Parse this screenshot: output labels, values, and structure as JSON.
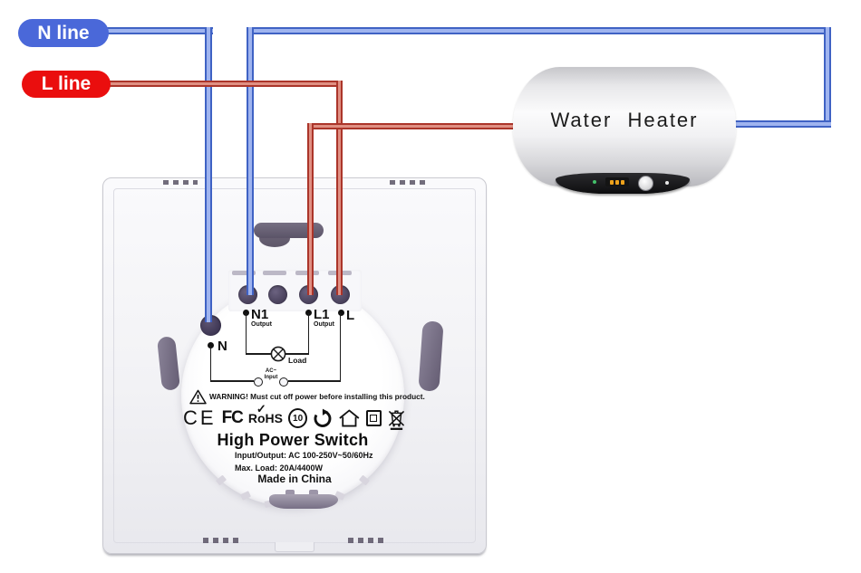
{
  "pills": {
    "n_line": "N line",
    "l_line": "L line"
  },
  "heater": {
    "label": "Water Heater"
  },
  "switch": {
    "label_n": "N",
    "label_n1": "N1",
    "label_l1": "L1",
    "label_l": "L",
    "output_sublabel": "Output",
    "load_label": "Load",
    "ac_top": "AC~",
    "ac_bottom": "Input",
    "warning": "WARNING! Must cut off power before installing this product.",
    "title": "High Power Switch",
    "spec_io": "Input/Output: AC 100-250V~50/60Hz",
    "spec_load": "Max. Load: 20A/4400W",
    "origin": "Made in China"
  },
  "icons": {
    "ce": "CE",
    "fcc": "FC",
    "rohs": "RoHS",
    "rohs_check": "✓",
    "efup": "10"
  },
  "colors": {
    "wire_blue_edge": "#3f62c4",
    "wire_blue_core": "#9fb4ef",
    "wire_red_edge": "#ab352a",
    "wire_red_core": "#e09083",
    "n_pill_bg": "#4a68d9",
    "l_pill_bg": "#ea0e0e",
    "terminal": "#453d57",
    "panel_black": "#0d0d0f"
  }
}
